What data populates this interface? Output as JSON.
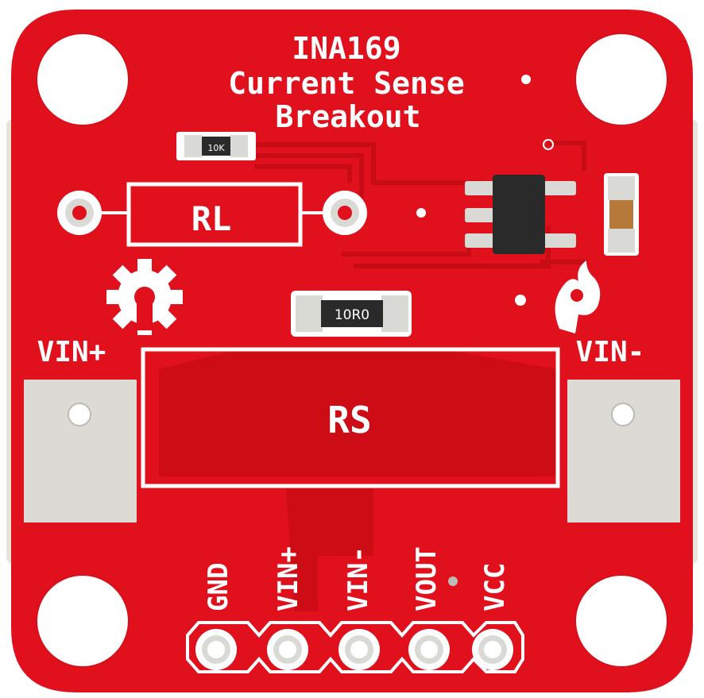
{
  "board": {
    "title_line1": "INA169",
    "title_line2": "Current Sense",
    "title_line3": "Breakout",
    "load_resistor_label": "RL",
    "sense_resistor_label": "RS",
    "sense_resistor_marking": "10R0",
    "small_resistor_marking": "10K",
    "vin_plus_label": "VIN+",
    "vin_minus_label": "VIN-",
    "pins": [
      "GND",
      "VIN+",
      "VIN-",
      "VOUT",
      "VCC"
    ]
  },
  "colors": {
    "pcb_red": "#e0111d",
    "trace_red": "#c80c16",
    "silkscreen": "#ffffff",
    "pad_silver": "#d9d9d6",
    "chip_black": "#2a2a2a"
  }
}
